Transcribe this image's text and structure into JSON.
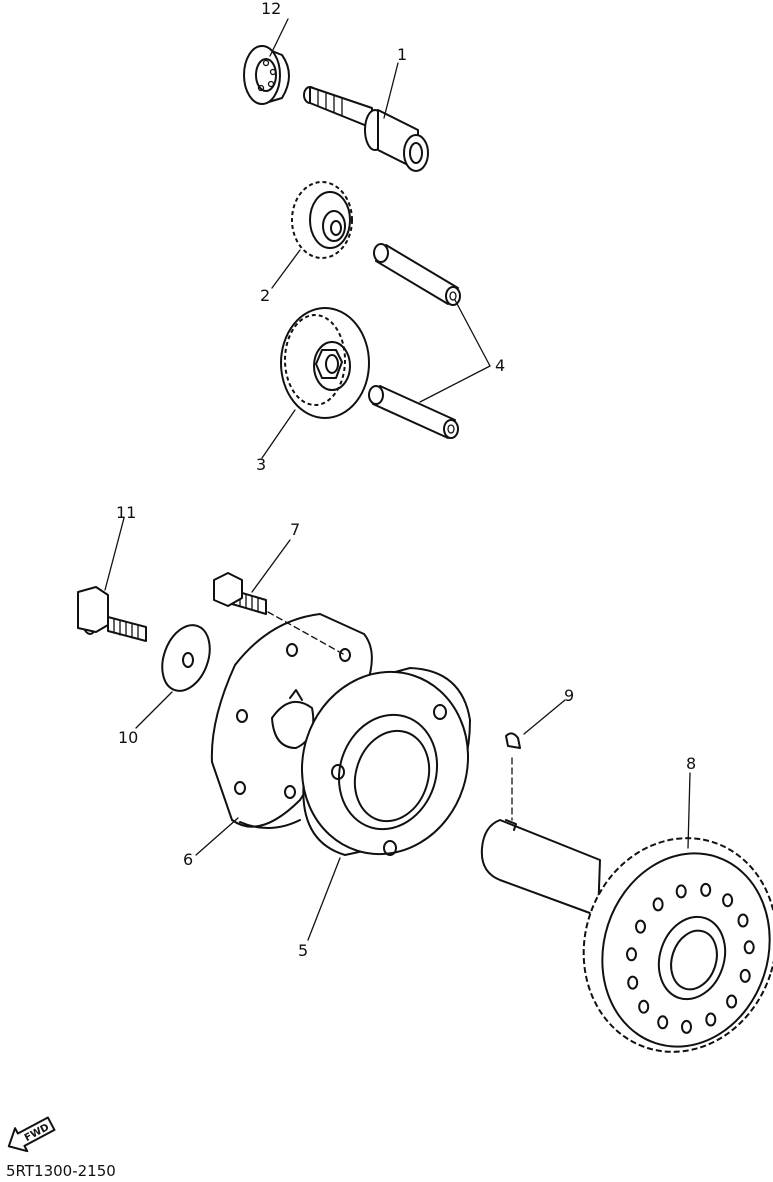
{
  "diagram": {
    "code": "5RT1300-2150",
    "fwd_label": "FWD",
    "callouts": [
      {
        "id": "1",
        "label": "1"
      },
      {
        "id": "2",
        "label": "2"
      },
      {
        "id": "3",
        "label": "3"
      },
      {
        "id": "4",
        "label": "4"
      },
      {
        "id": "5",
        "label": "5"
      },
      {
        "id": "6",
        "label": "6"
      },
      {
        "id": "7",
        "label": "7"
      },
      {
        "id": "8",
        "label": "8"
      },
      {
        "id": "9",
        "label": "9"
      },
      {
        "id": "10",
        "label": "10"
      },
      {
        "id": "11",
        "label": "11"
      },
      {
        "id": "12",
        "label": "12"
      }
    ]
  }
}
